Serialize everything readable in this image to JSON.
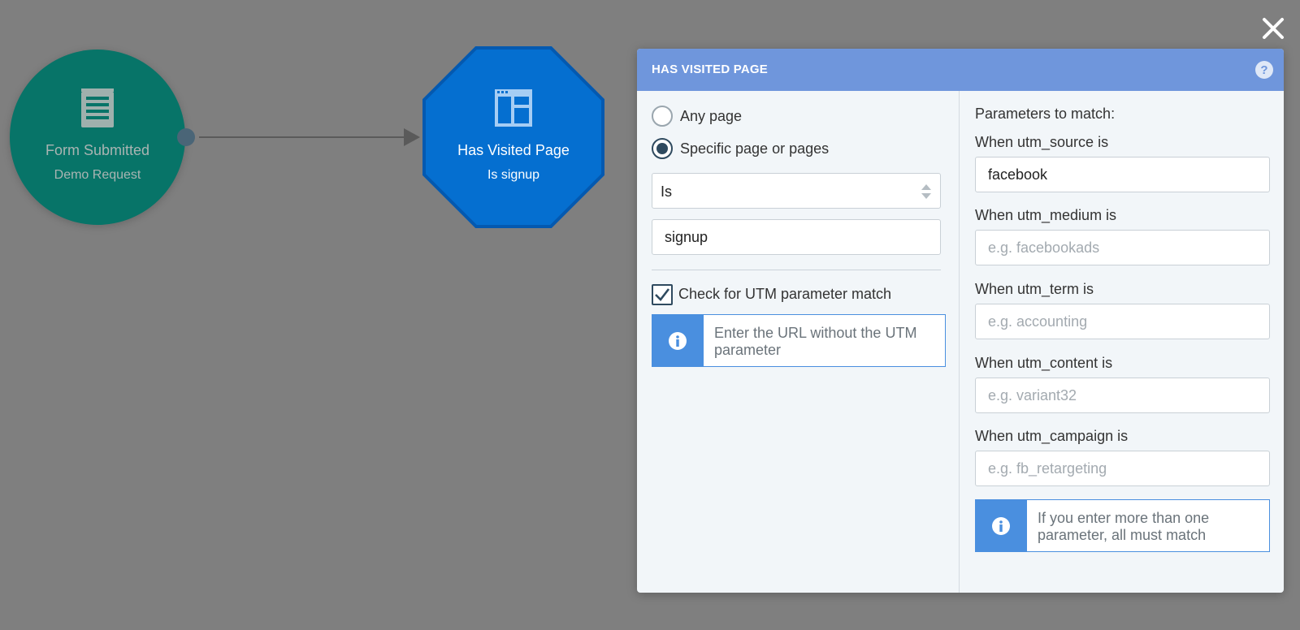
{
  "canvas": {
    "form_node": {
      "title": "Form Submitted",
      "subtitle": "Demo Request",
      "icon": "form-icon",
      "color": "#077468"
    },
    "visited_node": {
      "title": "Has Visited Page",
      "subtitle": "Is signup",
      "icon": "page-layout-icon",
      "color": "#056fd0"
    },
    "close_icon": "close-icon"
  },
  "panel": {
    "title": "HAS VISITED PAGE",
    "help_icon": "question-icon",
    "header_color": "#6f96dc",
    "left": {
      "radio_options": [
        {
          "label": "Any page",
          "checked": false
        },
        {
          "label": "Specific page or pages",
          "checked": true
        }
      ],
      "match_select": {
        "value": "Is"
      },
      "page_input": {
        "value": "signup"
      },
      "utm_checkbox": {
        "label": "Check for UTM parameter match",
        "checked": true
      },
      "info_note": "Enter the URL without the UTM parameter"
    },
    "right": {
      "heading": "Parameters to match:",
      "fields": [
        {
          "label": "When utm_source is",
          "value": "facebook",
          "placeholder": ""
        },
        {
          "label": "When utm_medium is",
          "value": "",
          "placeholder": "e.g. facebookads"
        },
        {
          "label": "When utm_term is",
          "value": "",
          "placeholder": "e.g. accounting"
        },
        {
          "label": "When utm_content is",
          "value": "",
          "placeholder": "e.g. variant32"
        },
        {
          "label": "When utm_campaign is",
          "value": "",
          "placeholder": "e.g. fb_retargeting"
        }
      ],
      "info_note": "If you enter more than one parameter, all must match"
    },
    "accent_color": "#4a8fdf"
  }
}
